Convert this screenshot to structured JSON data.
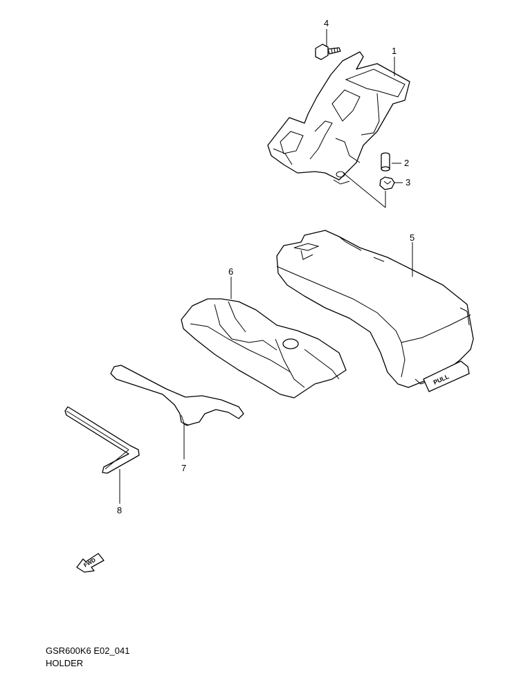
{
  "callouts": {
    "c1": "1",
    "c2": "2",
    "c3": "3",
    "c4": "4",
    "c5": "5",
    "c6": "6",
    "c7": "7",
    "c8": "8"
  },
  "fwd_label": "FWD",
  "pull_label": "PULL",
  "footer": {
    "code": "GSR600K6 E02_041",
    "title": "HOLDER"
  }
}
